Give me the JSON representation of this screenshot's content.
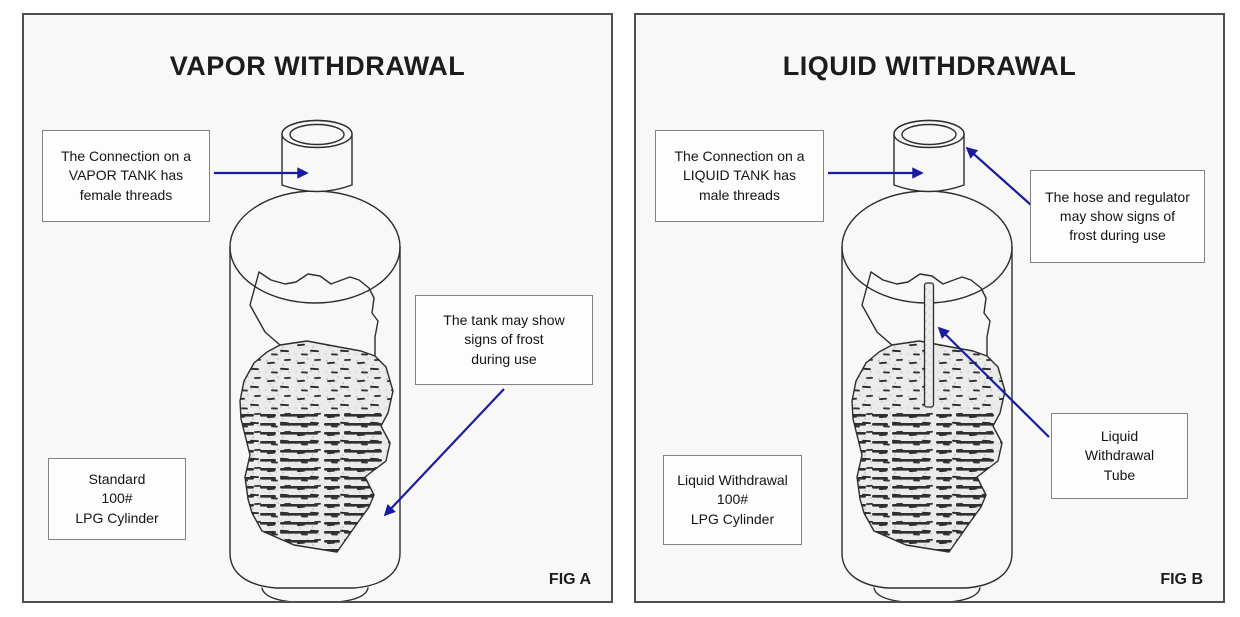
{
  "colors": {
    "page_bg": "#ffffff",
    "panel_bg": "#f8f8f8",
    "panel_border": "#4f4f4f",
    "box_bg": "#fdfdfd",
    "box_border": "#828282",
    "drawing_line": "#2d2d2d",
    "arrow": "#1b1b9e",
    "text": "#141414"
  },
  "panels": [
    {
      "title": "VAPOR WITHDRAWAL",
      "fig_label": "FIG A",
      "callouts": {
        "connection": {
          "text": "The Connection on a\nVAPOR TANK has\nfemale threads"
        },
        "frost": {
          "text": "The tank may show\nsigns of frost\nduring use"
        },
        "cylinder": {
          "text": "Standard\n100#\nLPG Cylinder"
        }
      }
    },
    {
      "title": "LIQUID WITHDRAWAL",
      "fig_label": "FIG B",
      "callouts": {
        "connection": {
          "text": "The Connection on a\nLIQUID TANK has\nmale threads"
        },
        "hose": {
          "text": "The hose and regulator\nmay show signs of\nfrost during use"
        },
        "cylinder": {
          "text": "Liquid Withdrawal\n100#\nLPG Cylinder"
        },
        "tube": {
          "text": "Liquid\nWithdrawal\nTube"
        }
      }
    }
  ]
}
